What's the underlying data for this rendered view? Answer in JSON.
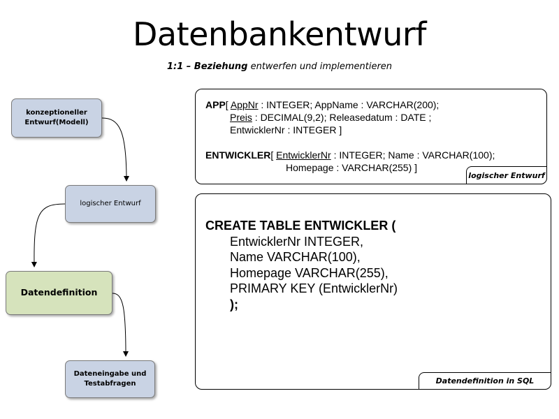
{
  "title": "Datenbankentwurf",
  "subtitle": {
    "bold": "1:1 – Beziehung",
    "rest": " entwerfen und implementieren"
  },
  "flow": {
    "konzeptionell": "konzeptioneller Entwurf(Modell)",
    "logisch": "logischer Entwurf",
    "datendefinition": "Datendefinition",
    "dateneingabe": "Dateneingabe und Testabfragen"
  },
  "logical_panel": {
    "app_name": "APP",
    "app_open": "[ ",
    "app_pk": "AppNr",
    "app_rest1": " : INTEGER; AppName : VARCHAR(200);",
    "app_preis": "Preis",
    "app_rest2": " : DECIMAL(9,2); Releasedatum : DATE ;",
    "app_fk": "EntwicklerNr",
    "app_rest3": " : INTEGER ]",
    "ent_name": "ENTWICKLER",
    "ent_open": "[ ",
    "ent_pk": "EntwicklerNr",
    "ent_rest1": " : INTEGER; Name : VARCHAR(100);",
    "ent_rest2": "Homepage : VARCHAR(255) ]",
    "label": "logischer Entwurf"
  },
  "sql_panel": {
    "lines": [
      "CREATE TABLE ENTWICKLER (",
      "EntwicklerNr INTEGER,",
      "Name VARCHAR(100),",
      "Homepage VARCHAR(255),",
      "PRIMARY KEY (EntwicklerNr)",
      ");"
    ],
    "label": "Datendefinition in SQL"
  },
  "colors": {
    "blue_box": "#c9d3e4",
    "green_box": "#d6e3bc"
  }
}
